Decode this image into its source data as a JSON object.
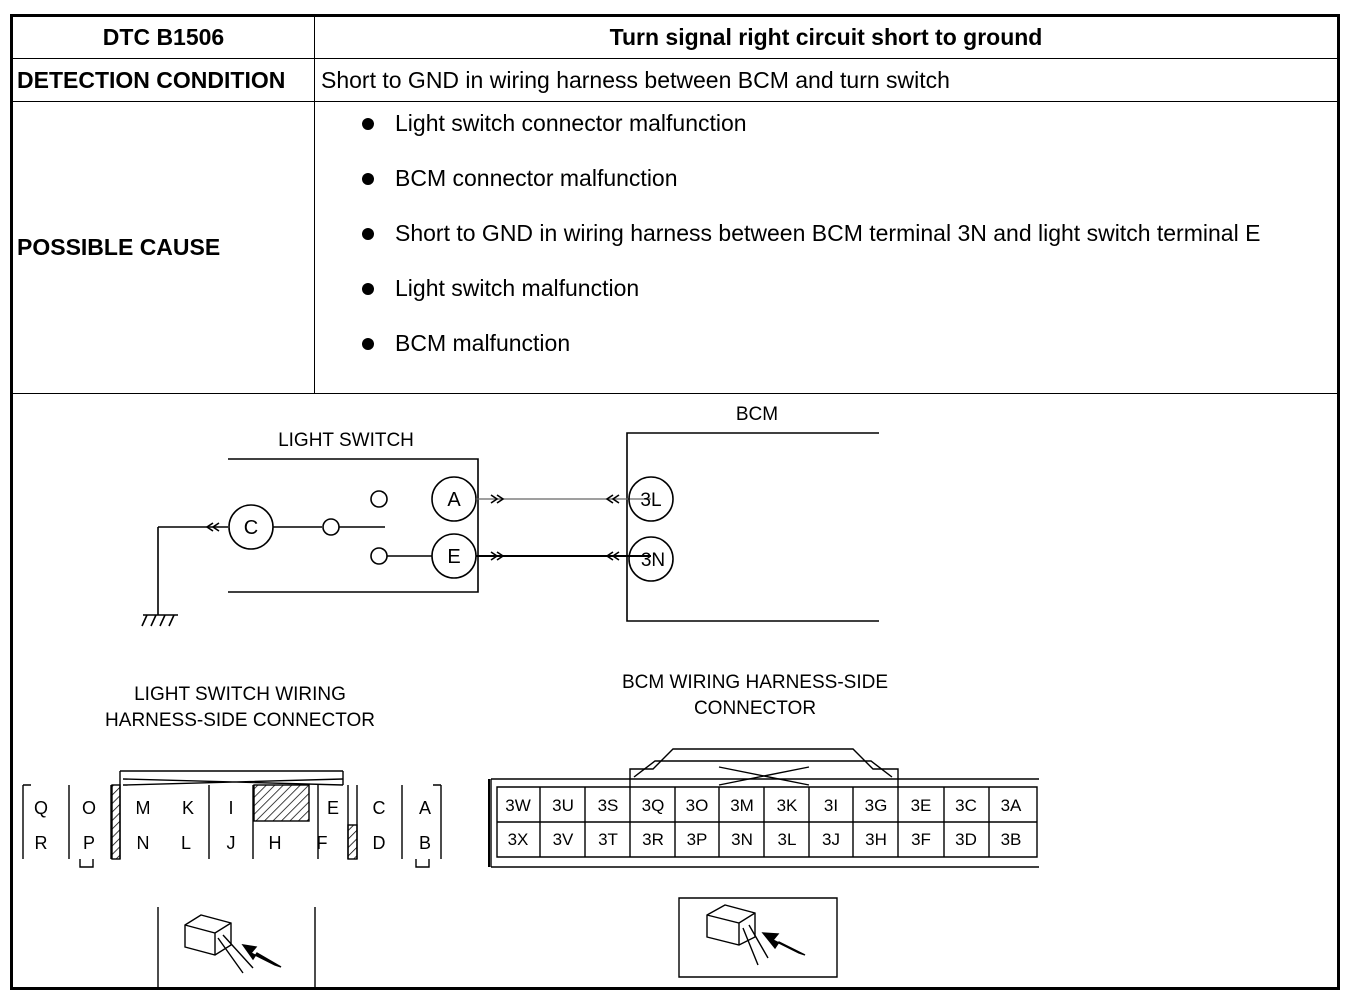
{
  "header": {
    "dtc": "DTC B1506",
    "title": "Turn signal right circuit short to ground"
  },
  "detection": {
    "label": "DETECTION CONDITION",
    "text": "Short to GND in wiring harness between BCM and turn switch"
  },
  "possible_cause": {
    "label": "POSSIBLE CAUSE",
    "items": [
      "Light switch connector malfunction",
      "BCM connector malfunction",
      "Short to GND in wiring harness between BCM terminal 3N and light switch terminal E",
      "Light switch malfunction",
      "BCM malfunction"
    ]
  },
  "diagram": {
    "light_switch_label": "LIGHT SWITCH",
    "bcm_label": "BCM",
    "switch_terminals": {
      "c": "C",
      "a": "A",
      "e": "E"
    },
    "bcm_terminals": {
      "t3l": "3L",
      "t3n": "3N"
    },
    "light_connector_title_1": "LIGHT SWITCH WIRING",
    "light_connector_title_2": "HARNESS-SIDE CONNECTOR",
    "bcm_connector_title_1": "BCM WIRING HARNESS-SIDE",
    "bcm_connector_title_2": "CONNECTOR",
    "light_connector_pins": {
      "top": [
        "Q",
        "O",
        "M",
        "K",
        "I",
        "",
        "E",
        "C",
        "A"
      ],
      "bottom": [
        "R",
        "P",
        "N",
        "L",
        "J",
        "H",
        "F",
        "D",
        "B"
      ]
    },
    "bcm_connector_pins": {
      "top": [
        "3W",
        "3U",
        "3S",
        "3Q",
        "3O",
        "3M",
        "3K",
        "3I",
        "3G",
        "3E",
        "3C",
        "3A"
      ],
      "bottom": [
        "3X",
        "3V",
        "3T",
        "3R",
        "3P",
        "3N",
        "3L",
        "3J",
        "3H",
        "3F",
        "3D",
        "3B"
      ]
    }
  }
}
